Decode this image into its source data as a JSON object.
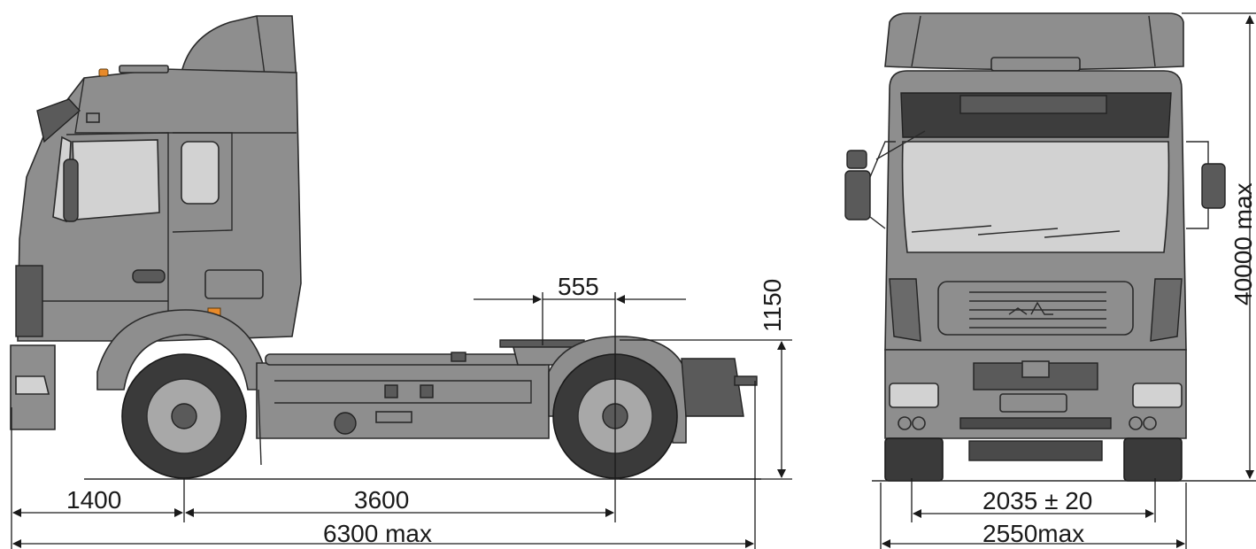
{
  "dimensions": {
    "front_overhang": "1400",
    "wheelbase": "3600",
    "overall_length": "6300 max",
    "fifth_wheel_offset": "555",
    "fifth_wheel_height": "1150",
    "overall_height": "40000 max",
    "track": "2035",
    "track_tolerance": "± 20",
    "overall_width": "2550max"
  },
  "colors": {
    "body": "#8e8e8e",
    "glass": "#d2d2d2",
    "tire": "#3a3a3a",
    "amber_light": "#e88a2a"
  }
}
